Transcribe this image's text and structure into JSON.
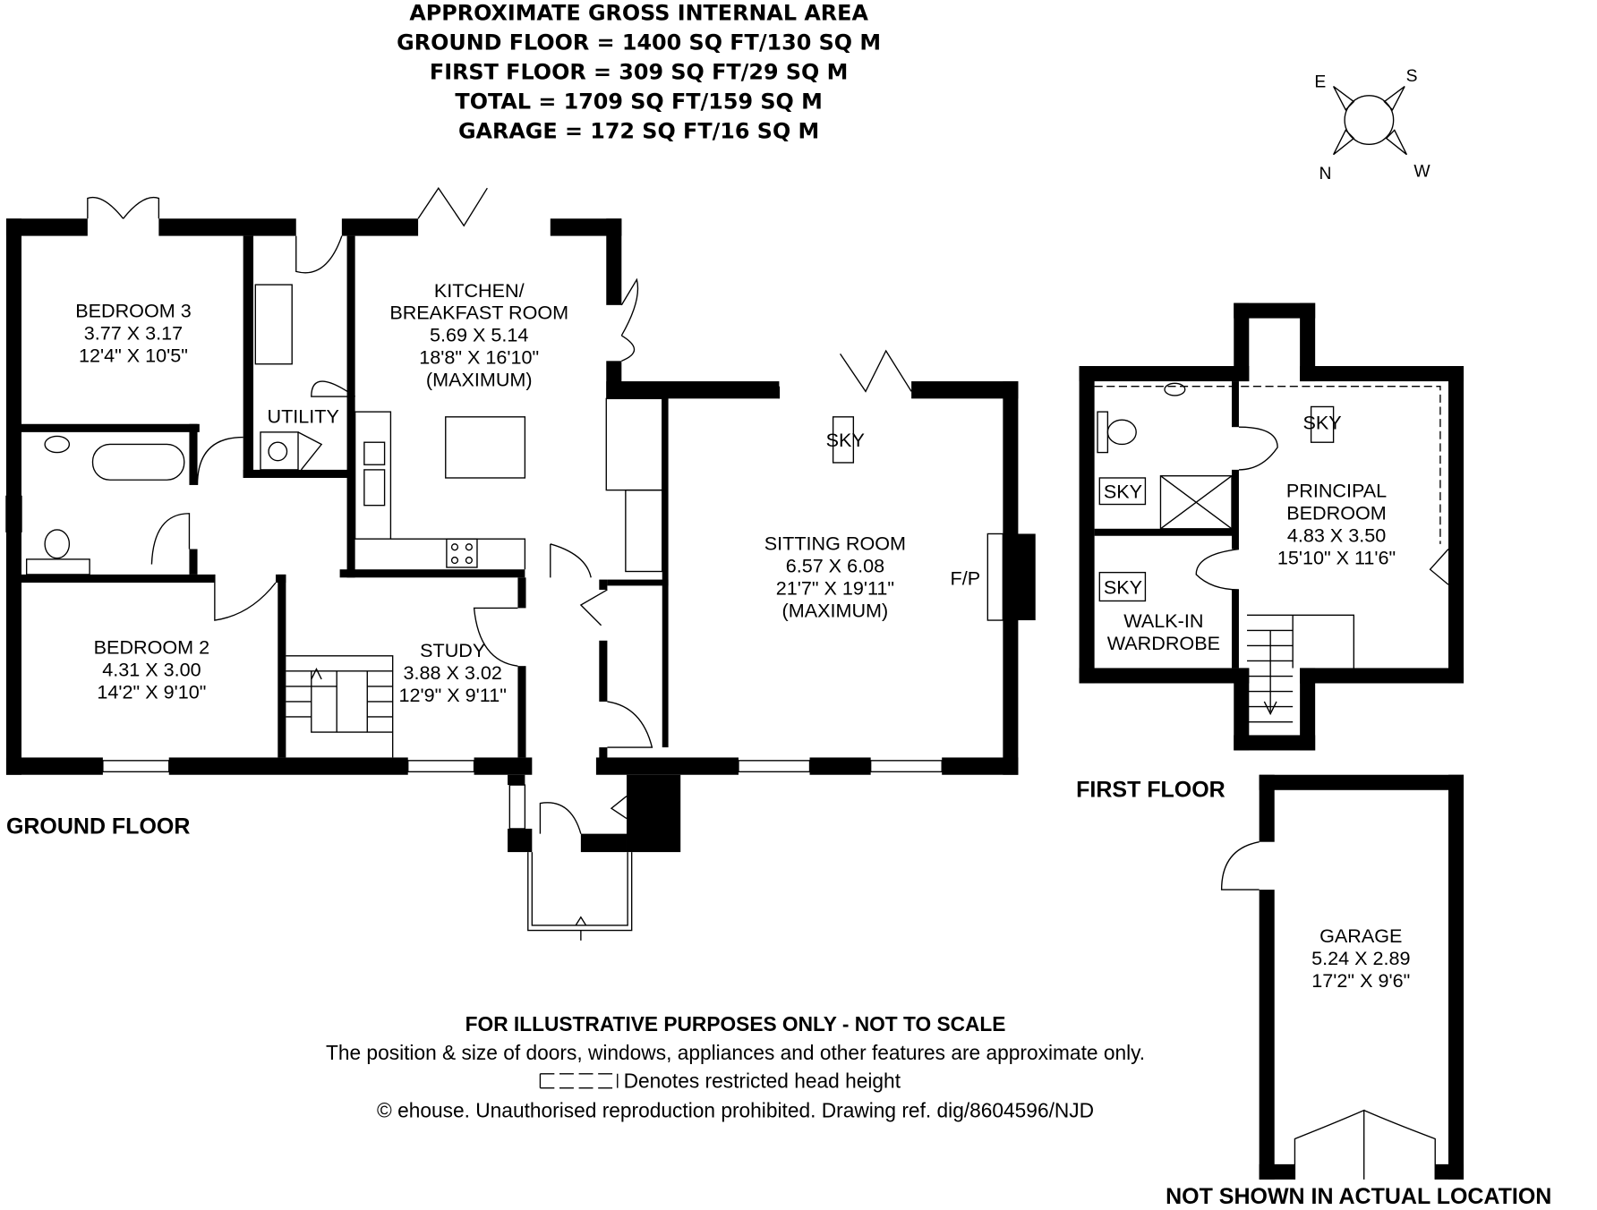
{
  "header": {
    "lines": [
      "APPROXIMATE GROSS INTERNAL AREA",
      "GROUND FLOOR = 1400 SQ FT/130 SQ M",
      "FIRST FLOOR = 309 SQ FT/29 SQ M",
      "TOTAL = 1709 SQ FT/159 SQ M",
      "GARAGE = 172 SQ FT/16 SQ M"
    ]
  },
  "compass": {
    "n": "N",
    "e": "E",
    "s": "S",
    "w": "W"
  },
  "ground_floor": {
    "label": "GROUND FLOOR",
    "rooms": {
      "bedroom3": [
        "BEDROOM 3",
        "3.77 X 3.17",
        "12'4\" X 10'5\""
      ],
      "kitchen": [
        "KITCHEN/",
        "BREAKFAST ROOM",
        "5.69 X 5.14",
        "18'8\" X 16'10\"",
        "(MAXIMUM)"
      ],
      "utility": "UTILITY",
      "sitting": [
        "SITTING ROOM",
        "6.57 X 6.08",
        "21'7\" X 19'11\"",
        "(MAXIMUM)"
      ],
      "bedroom2": [
        "BEDROOM 2",
        "4.31 X 3.00",
        "14'2\" X 9'10\""
      ],
      "study": [
        "STUDY",
        "3.88 X 3.02",
        "12'9\" X 9'11\""
      ],
      "sky": "SKY",
      "fireplace": "F/P"
    }
  },
  "first_floor": {
    "label": "FIRST FLOOR",
    "rooms": {
      "principal": [
        "PRINCIPAL",
        "BEDROOM",
        "4.83 X 3.50",
        "15'10\" X 11'6\""
      ],
      "walkin": [
        "WALK-IN",
        "WARDROBE"
      ],
      "sky": "SKY"
    }
  },
  "garage": {
    "rooms": [
      "GARAGE",
      "5.24 X 2.89",
      "17'2\" X 9'6\""
    ],
    "note": "NOT SHOWN IN ACTUAL LOCATION"
  },
  "footer": {
    "title": "FOR ILLUSTRATIVE PURPOSES ONLY - NOT TO SCALE",
    "line1": "The position & size of doors, windows, appliances and other features are approximate only.",
    "line2": "Denotes restricted head height",
    "line3": "© ehouse. Unauthorised reproduction prohibited. Drawing ref. dig/8604596/NJD"
  }
}
